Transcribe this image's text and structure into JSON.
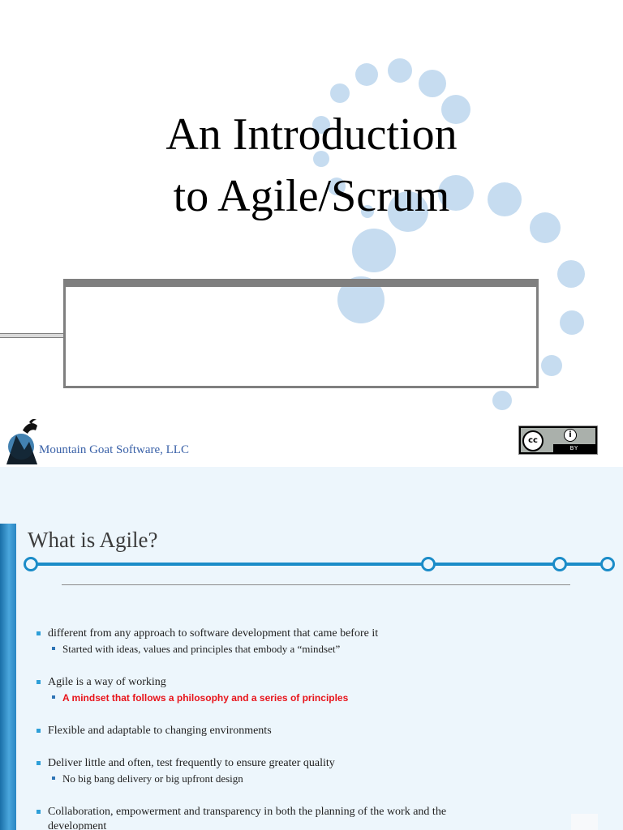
{
  "slide1": {
    "title_line1": "An Introduction",
    "title_line2": "to Agile/Scrum",
    "company": "Mountain Goat Software, LLC",
    "license": {
      "cc": "cc",
      "by_symbol": "i",
      "by_label": "BY"
    },
    "colors": {
      "dots": "#c6dcf0",
      "box_border": "#7f7f7f",
      "company_text": "#3b62a8"
    }
  },
  "slide2": {
    "title": "What is Agile?",
    "bullets": [
      {
        "text": "different from any approach to software development that came before it",
        "sub": [
          "Started with ideas, values and principles that embody a “mindset”"
        ]
      },
      {
        "text": "Agile is a way of working",
        "sub": [
          "A mindset that follows a philosophy and a series of principles"
        ]
      },
      {
        "text": "Flexible and adaptable to changing environments",
        "sub": []
      },
      {
        "text": "Deliver little and often, test frequently to ensure greater quality",
        "sub": [
          "No big bang delivery or big upfront design"
        ]
      },
      {
        "text": "Collaboration, empowerment and transparency in both the planning of the work and the development",
        "sub": []
      }
    ],
    "colors": {
      "background": "#edf6fc",
      "accent": "#1b8cc8",
      "bullet": "#2e9fd8",
      "highlight": "#e8141b"
    }
  }
}
